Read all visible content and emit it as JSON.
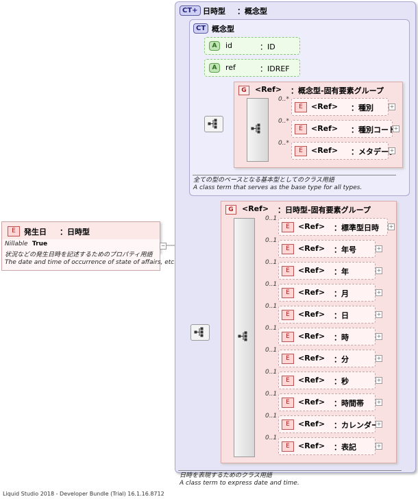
{
  "root_element": {
    "badge": "E",
    "name": "発生日",
    "type": "：日時型",
    "nillable_label": "Nillable",
    "nillable_value": "True",
    "note_ja": "状況などの発生日時を記述するためのプロパティ用語",
    "note_en": "The date and time of occurrence of state of affairs, etc."
  },
  "complex_type": {
    "badge": "CT+",
    "name": "日時型",
    "type": "：概念型",
    "note_ja": "日時を表現するためのクラス用語",
    "note_en": "A class term to express date and time."
  },
  "base_type": {
    "badge": "CT",
    "name": "概念型",
    "note_ja": "全ての型のベースとなる基本型としてのクラス用語",
    "note_en": "A class term that serves as the base type for all types.",
    "attributes": [
      {
        "badge": "A",
        "name": "id",
        "type": "：ID"
      },
      {
        "badge": "A",
        "name": "ref",
        "type": "：IDREF"
      }
    ],
    "group": {
      "badge": "G",
      "ref": "<Ref>",
      "name": "：概念型-固有要素グループ",
      "elements": [
        {
          "occurs": "0..*",
          "badge": "E",
          "ref": "<Ref>",
          "name": "：種別"
        },
        {
          "occurs": "0..*",
          "badge": "E",
          "ref": "<Ref>",
          "name": "：種別コード"
        },
        {
          "occurs": "0..*",
          "badge": "E",
          "ref": "<Ref>",
          "name": "：メタデータ"
        }
      ]
    }
  },
  "datetime_group": {
    "badge": "G",
    "ref": "<Ref>",
    "name": "：日時型-固有要素グループ",
    "elements": [
      {
        "occurs": "0..1",
        "badge": "E",
        "ref": "<Ref>",
        "name": "：標準型日時"
      },
      {
        "occurs": "0..1",
        "badge": "E",
        "ref": "<Ref>",
        "name": "：年号"
      },
      {
        "occurs": "0..1",
        "badge": "E",
        "ref": "<Ref>",
        "name": "：年"
      },
      {
        "occurs": "0..1",
        "badge": "E",
        "ref": "<Ref>",
        "name": "：月"
      },
      {
        "occurs": "0..1",
        "badge": "E",
        "ref": "<Ref>",
        "name": "：日"
      },
      {
        "occurs": "0..1",
        "badge": "E",
        "ref": "<Ref>",
        "name": "：時"
      },
      {
        "occurs": "0..1",
        "badge": "E",
        "ref": "<Ref>",
        "name": "：分"
      },
      {
        "occurs": "0..1",
        "badge": "E",
        "ref": "<Ref>",
        "name": "：秒"
      },
      {
        "occurs": "0..1",
        "badge": "E",
        "ref": "<Ref>",
        "name": "：時間帯"
      },
      {
        "occurs": "0..1",
        "badge": "E",
        "ref": "<Ref>",
        "name": "：カレンダー"
      },
      {
        "occurs": "0..1",
        "badge": "E",
        "ref": "<Ref>",
        "name": "：表記"
      }
    ]
  },
  "footer": "Liquid Studio 2018 - Developer Bundle (Trial) 16.1.16.8712"
}
